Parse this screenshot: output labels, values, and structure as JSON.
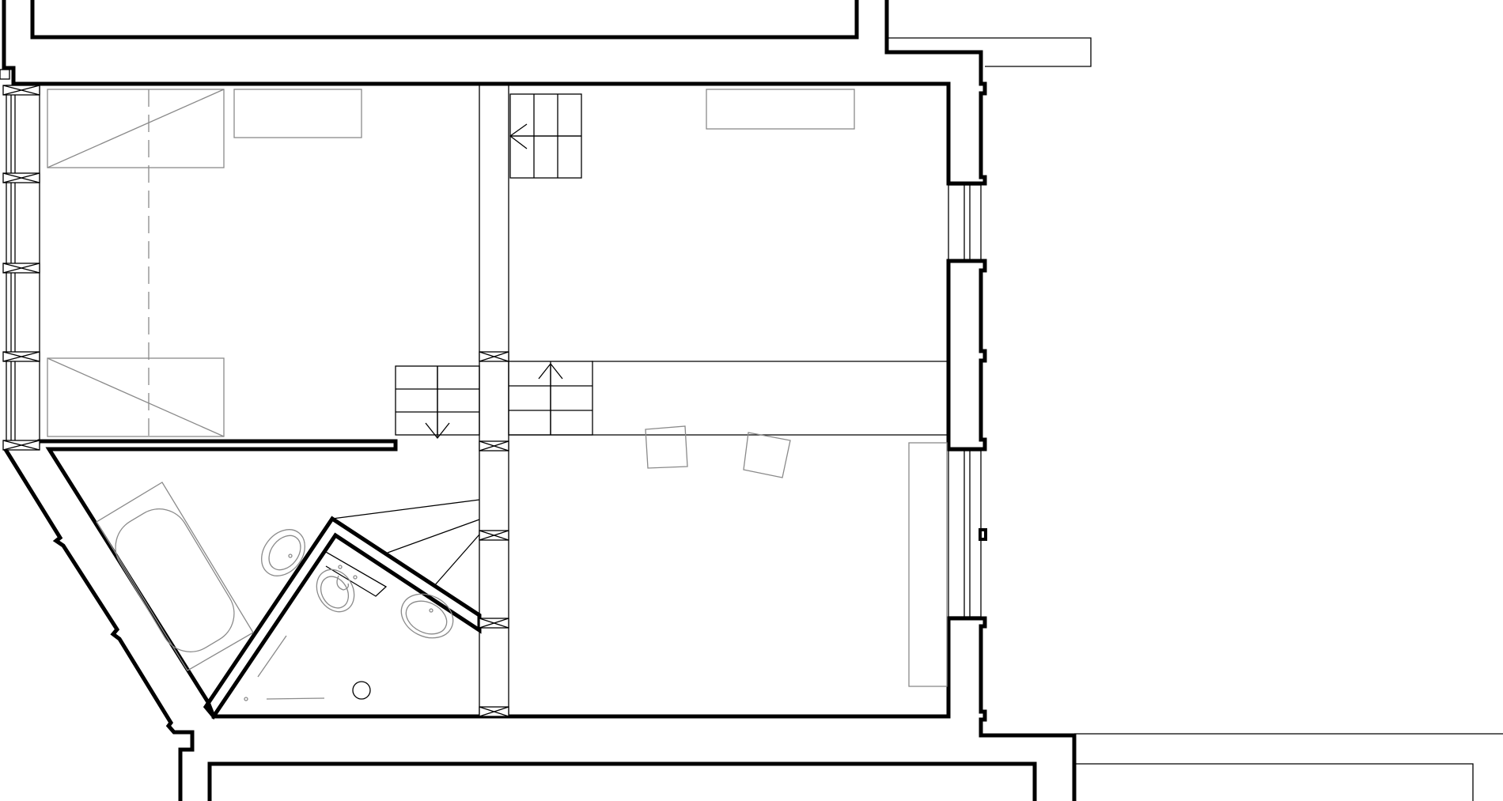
{
  "drawing": {
    "kind": "architectural floor plan",
    "text_labels": [],
    "colors": {
      "lines": "#000000",
      "furniture": "#8a8a8a",
      "background": "#ffffff"
    }
  },
  "spaces": [
    {
      "id": "west-room",
      "furniture": [
        "bed-top",
        "bed-bottom",
        "desk"
      ],
      "stair": "down"
    },
    {
      "id": "north-east-room",
      "furniture": [
        "desk"
      ],
      "stair": "up"
    },
    {
      "id": "bathroom",
      "fixtures": [
        "bathtub",
        "toilet",
        "bidet",
        "washbasin",
        "floor-drain"
      ]
    },
    {
      "id": "south-east-room",
      "furniture": [
        "chair",
        "chair",
        "cabinet"
      ]
    },
    {
      "id": "landing",
      "stair": "up"
    }
  ]
}
